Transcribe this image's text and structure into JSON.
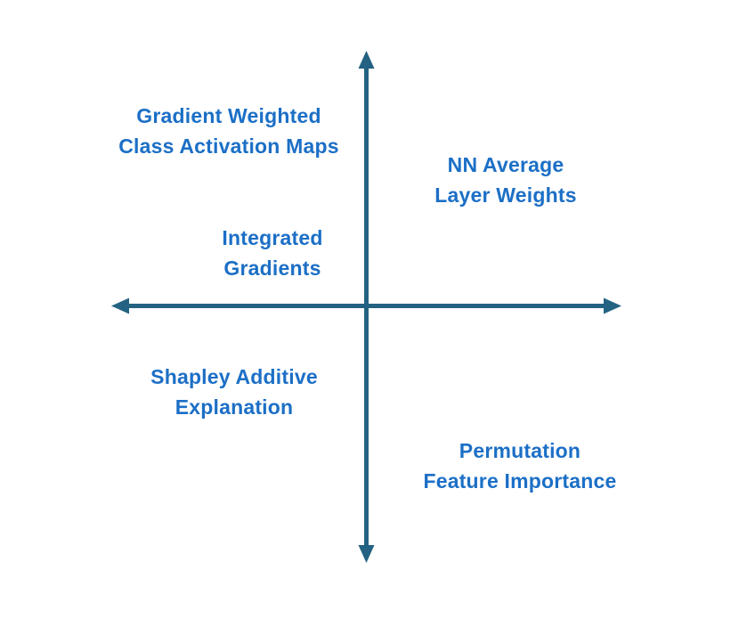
{
  "diagram": {
    "type": "quadrant-axes-diagram",
    "colors": {
      "label_text": "#1C6FC6",
      "axis": "#236282",
      "background": "#FFFFFF"
    },
    "labels": [
      {
        "name": "gradient-weighted-class-activation-maps",
        "quadrant": "top-left",
        "lines": [
          "Gradient Weighted",
          "Class Activation Maps"
        ]
      },
      {
        "name": "nn-average-layer-weights",
        "quadrant": "top-right",
        "lines": [
          "NN Average",
          "Layer Weights"
        ]
      },
      {
        "name": "integrated-gradients",
        "quadrant": "top-left-near-center",
        "lines": [
          "Integrated",
          "Gradients"
        ]
      },
      {
        "name": "shapley-additive-explanation",
        "quadrant": "bottom-left",
        "lines": [
          "Shapley Additive",
          "Explanation"
        ]
      },
      {
        "name": "permutation-feature-importance",
        "quadrant": "bottom-right",
        "lines": [
          "Permutation",
          "Feature Importance"
        ]
      }
    ]
  }
}
